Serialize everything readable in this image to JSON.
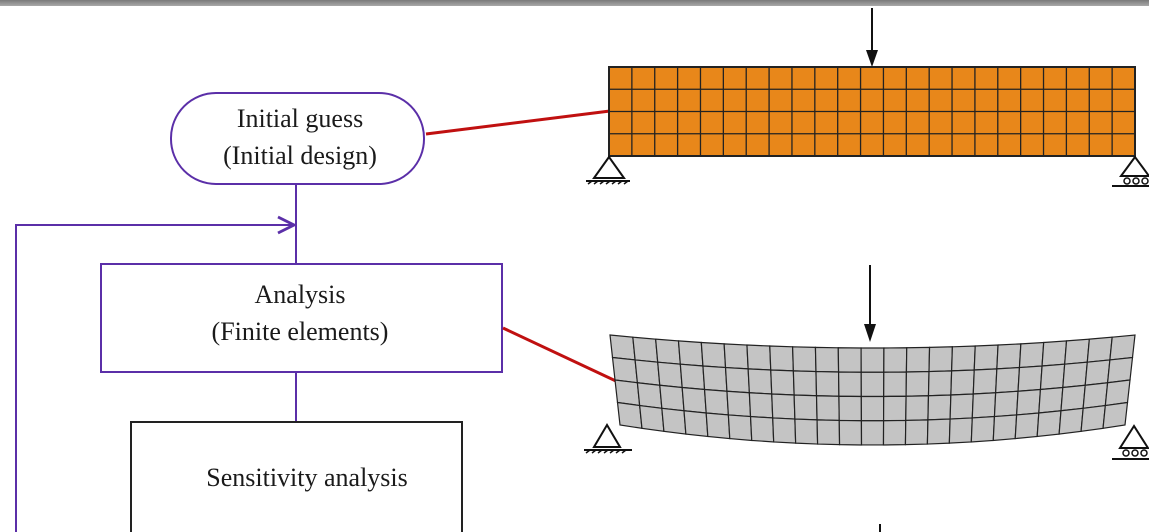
{
  "flowchart": {
    "start": {
      "line1": "Initial guess",
      "line2": "(Initial design)"
    },
    "analysis": {
      "line1": "Analysis",
      "line2": "(Finite elements)"
    },
    "sensitivity": {
      "line1": "Sensitivity analysis"
    }
  },
  "colors": {
    "flow_line": "#5b2fa8",
    "connector": "#c01010",
    "initial_mesh": "#e8871a",
    "deformed_mesh": "#c4c4c4",
    "mesh_line": "#222222"
  },
  "icons": [
    "load-arrow-icon",
    "pin-support-icon",
    "roller-support-icon"
  ]
}
